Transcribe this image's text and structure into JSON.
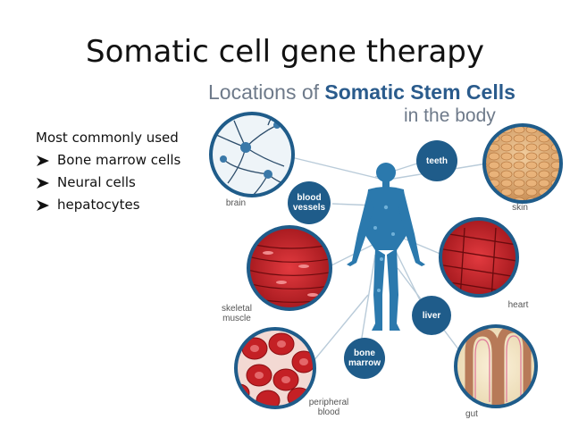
{
  "slide": {
    "title": "Somatic cell gene therapy",
    "intro": "Most commonly used",
    "bullets": [
      "Bone marrow cells",
      "Neural cells",
      "hepatocytes"
    ]
  },
  "figure": {
    "title_prefix": "Locations of ",
    "title_bold": "Somatic Stem Cells",
    "title_suffix": "in the body",
    "labels": {
      "brain": "brain",
      "teeth": "teeth",
      "blood_vessels_1": "blood",
      "blood_vessels_2": "vessels",
      "skin": "skin",
      "skeletal_1": "skeletal",
      "skeletal_2": "muscle",
      "heart": "heart",
      "liver": "liver",
      "bone_marrow_1": "bone",
      "bone_marrow_2": "marrow",
      "peripheral_1": "peripheral",
      "peripheral_2": "blood",
      "gut": "gut"
    },
    "colors": {
      "accent_blue": "#1f5c8a",
      "body_blue": "#2b79ad",
      "title_grey": "#6e7a8a",
      "tissue_red": "#c42025"
    }
  }
}
